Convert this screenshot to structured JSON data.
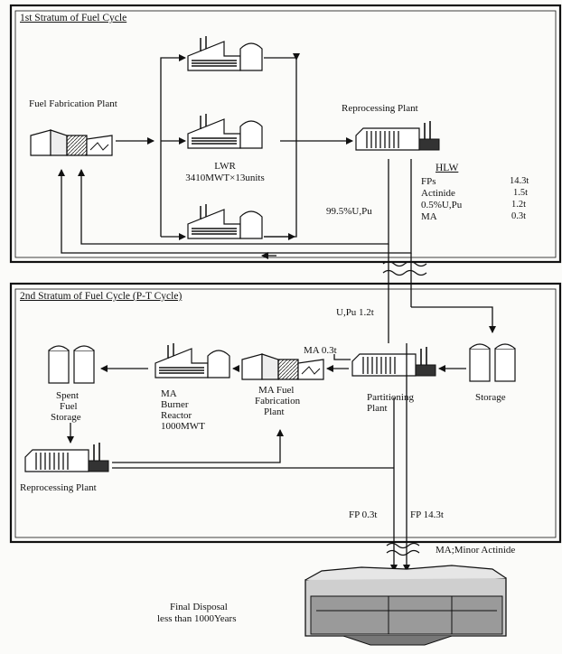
{
  "stratum1": {
    "title": "1st Stratum of Fuel Cycle",
    "fuel_fabrication": "Fuel Fabrication Plant",
    "lwr_name": "LWR",
    "lwr_spec": "3410MWT×13units",
    "reprocessing": "Reprocessing Plant",
    "recycle_flow": "99.5%U,Pu",
    "hlw": {
      "title": "HLW",
      "rows": [
        {
          "name": "FPs",
          "value": "14.3t"
        },
        {
          "name": "Actinide",
          "value": "1.5t"
        },
        {
          "name": "0.5%U,Pu",
          "value": "1.2t"
        },
        {
          "name": "MA",
          "value": "0.3t"
        }
      ]
    }
  },
  "stratum2": {
    "title": "2nd Stratum of Fuel Cycle (P-T Cycle)",
    "upu_flow": "U,Pu 1.2t",
    "ma_flow": "MA  0.3t",
    "storage": "Storage",
    "partitioning": [
      "Partitioning",
      "Plant"
    ],
    "ma_fab": [
      "MA  Fuel",
      "Fabrication",
      "Plant"
    ],
    "ma_burner": [
      "MA",
      "Burner",
      "Reactor",
      "1000MWT"
    ],
    "spent_fuel": [
      "Spent",
      "Fuel",
      "Storage"
    ],
    "reprocessing": "Reprocessing Plant",
    "fp_small": "FP 0.3t",
    "fp_large": "FP 14.3t"
  },
  "footnote": "MA;Minor Actinide",
  "final_disposal": [
    "Final Disposal",
    "less than 1000Years"
  ]
}
